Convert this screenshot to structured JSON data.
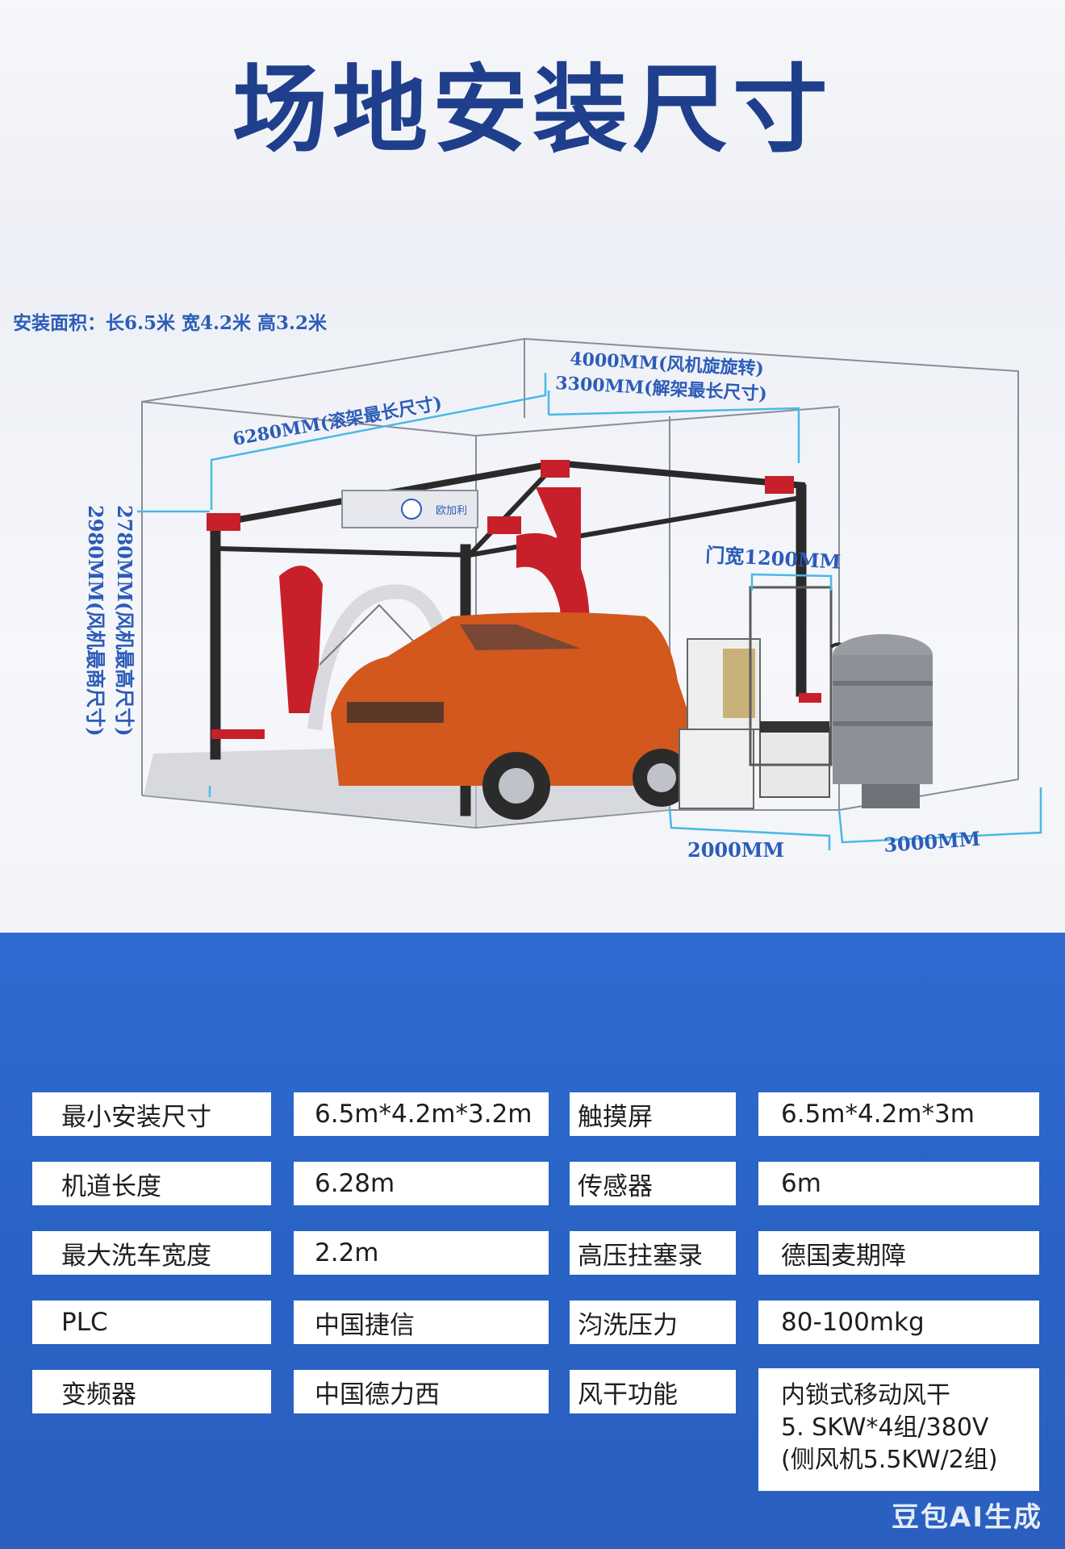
{
  "page": {
    "title": "场地安装尺寸"
  },
  "diagram": {
    "area_label": "安装面积：长6.5米  宽4.2米  高3.2米",
    "dim_rail_length": "6280MM(滚架最长尺寸)",
    "dim_fan_rotate": "4000MM(风机旋旋转)",
    "dim_frame_length": "3300MM(解架最长尺寸)",
    "dim_height_1": "2780MM(风机最高尺寸)",
    "dim_height_2": "2980MM(风机最商尺寸)",
    "dim_door_width": "门宽1200MM",
    "dim_bottom_1": "2000MM",
    "dim_bottom_2": "3000MM",
    "brand_logo": "欧加利"
  },
  "specs": {
    "rows": [
      {
        "label1": "最小安装尺寸",
        "value1": "6.5m*4.2m*3.2m",
        "label2": "触摸屏",
        "value2": "6.5m*4.2m*3m"
      },
      {
        "label1": "机道长度",
        "value1": "6.28m",
        "label2": "传感器",
        "value2": "6m"
      },
      {
        "label1": "最大洗车宽度",
        "value1": "2.2m",
        "label2": "高压拄塞录",
        "value2": "德国麦期障"
      },
      {
        "label1": "PLC",
        "value1": "中国捷信",
        "label2": "汮洗压力",
        "value2": "80-100mkg"
      },
      {
        "label1": "变频器",
        "value1": "中国德力西",
        "label2": "风干功能",
        "value2_lines": [
          "内锁式移动风干",
          "5. SKW*4组/380V",
          "(侧风机5.5KW/2组)"
        ]
      }
    ]
  },
  "watermark": "豆包AI生成",
  "colors": {
    "title": "#1f3f8c",
    "dimension": "#2c5cb8",
    "panel": "#2963c6",
    "frame": "#c8202a",
    "car": "#d2581e"
  }
}
